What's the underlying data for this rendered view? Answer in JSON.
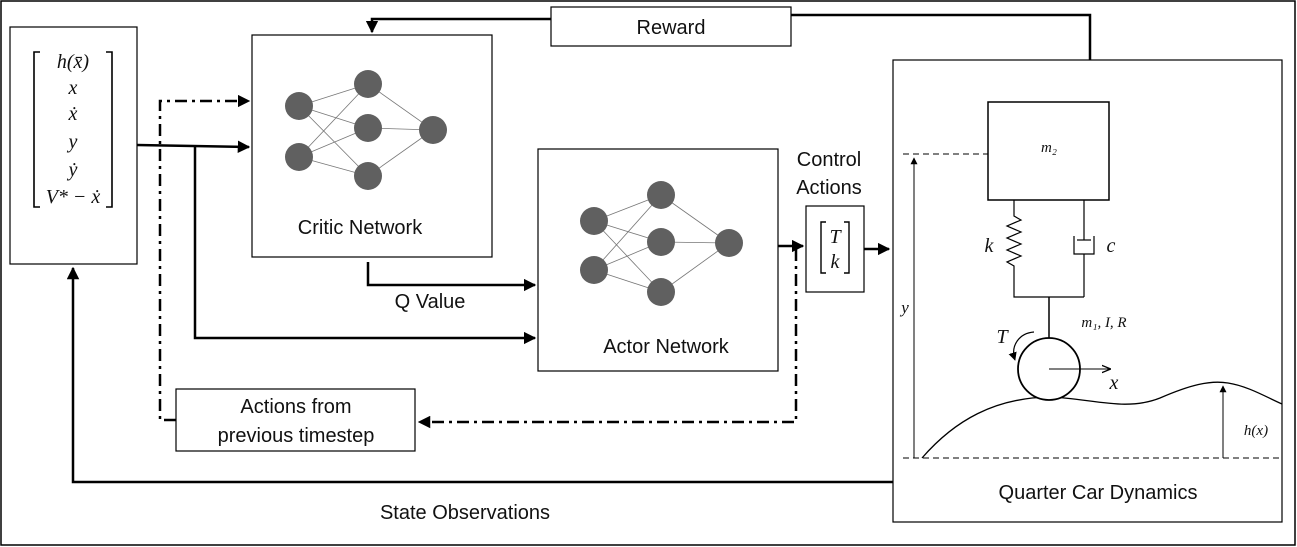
{
  "labels": {
    "reward": "Reward",
    "critic_network": "Critic Network",
    "actor_network": "Actor Network",
    "q_value": "Q Value",
    "control_actions_line1": "Control",
    "control_actions_line2": "Actions",
    "actions_prev_line1": "Actions from",
    "actions_prev_line2": "previous timestep",
    "quarter_car_dynamics": "Quarter Car Dynamics",
    "state_observations": "State Observations"
  },
  "state_vector": [
    "h(x̄)",
    "x",
    "ẋ",
    "y",
    "ẏ",
    "V* − ẋ"
  ],
  "action_vector": [
    "T",
    "k"
  ],
  "car": {
    "m2": "m₂",
    "k": "k",
    "c": "c",
    "m1": "m₁, I, R",
    "torque": "T",
    "x_axis": "x",
    "y": "y",
    "road": "h(x)"
  },
  "colors": {
    "neuron": "#606060",
    "line": "#000000"
  }
}
